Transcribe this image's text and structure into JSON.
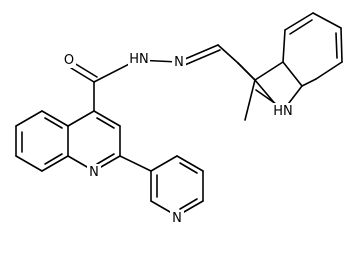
{
  "structure": {
    "atoms": {
      "carbonyl_oxygen": "O",
      "amide_nitrogen": "HN",
      "hydrazone_nitrogen": "N",
      "quinoline_nitrogen": "N",
      "pyridine_nitrogen": "N",
      "indole_nitrogen": "HN"
    }
  }
}
